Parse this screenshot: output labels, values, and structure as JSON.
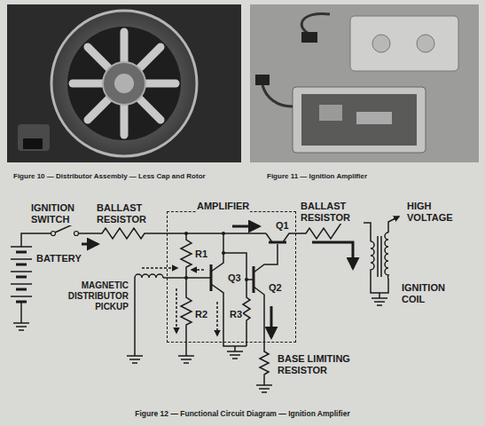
{
  "diagram": {
    "caption": "Figure 12 — Functional Circuit Diagram — Ignition Amplifier",
    "nodes": [
      {
        "text": [
          "AMPLIFIER"
        ]
      }
    ],
    "labels": [
      "Figure 10 — Distributor Assembly — Less Cap and Rotor",
      "Figure 11 — Ignition Amplifier",
      "IGNITION SWITCH",
      "BALLAST RESISTOR",
      "BATTERY",
      "MAGNETIC DISTRIBUTOR PICKUP",
      "R1",
      "Q3",
      "R2",
      "Q1",
      "Q2",
      "R3",
      "BALLAST RESISTOR",
      "HIGH VOLTAGE",
      "IGNITION COIL",
      "BASE LIMITING RESISTOR"
    ]
  }
}
